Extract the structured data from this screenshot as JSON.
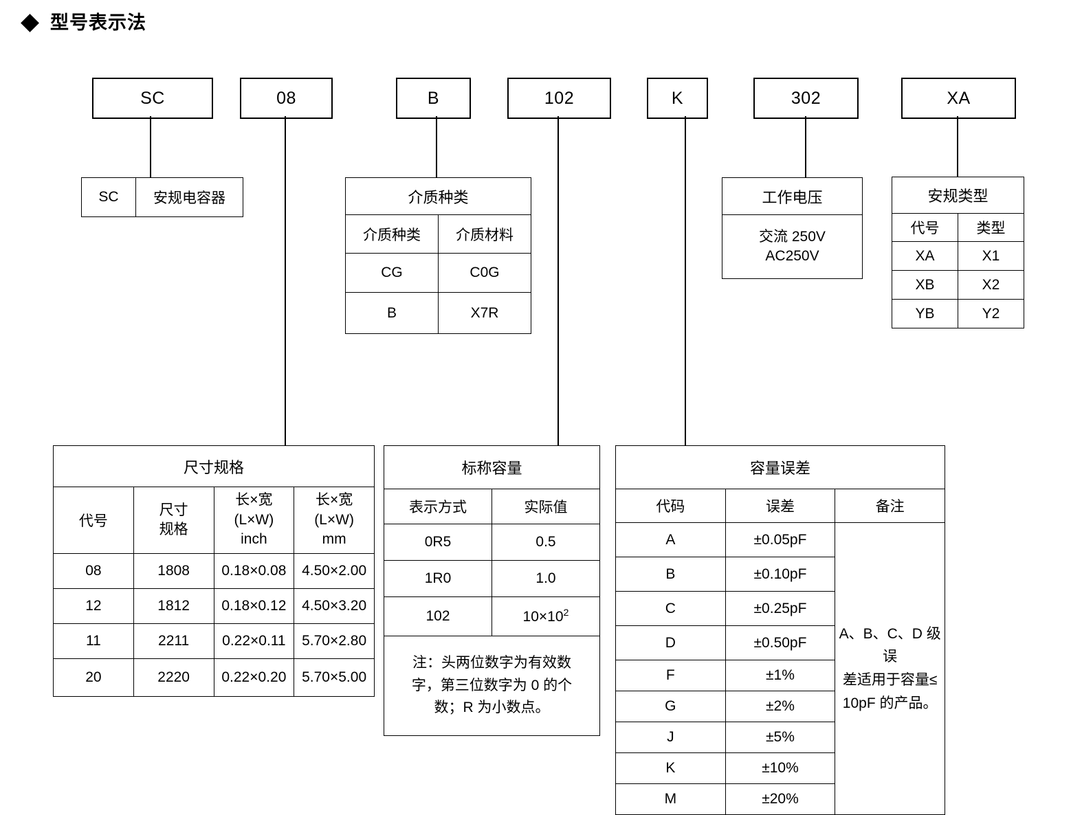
{
  "header": {
    "bullet_icon": "diamond-bullet",
    "title": "型号表示法"
  },
  "code_boxes": [
    {
      "name": "series",
      "label": "SC"
    },
    {
      "name": "size",
      "label": "08"
    },
    {
      "name": "dielectric",
      "label": "B"
    },
    {
      "name": "capacitance",
      "label": "102"
    },
    {
      "name": "tolerance",
      "label": "K"
    },
    {
      "name": "voltage",
      "label": "302"
    },
    {
      "name": "safety",
      "label": "XA"
    }
  ],
  "series_table": {
    "code": "SC",
    "description": "安规电容器"
  },
  "dielectric_table": {
    "title": "介质种类",
    "headers": [
      "介质种类",
      "介质材料"
    ],
    "rows": [
      [
        "CG",
        "C0G"
      ],
      [
        "B",
        "X7R"
      ]
    ]
  },
  "voltage_table": {
    "title": "工作电压",
    "value_line1": "交流 250V",
    "value_line2": "AC250V"
  },
  "safety_table": {
    "title": "安规类型",
    "headers": [
      "代号",
      "类型"
    ],
    "rows": [
      [
        "XA",
        "X1"
      ],
      [
        "XB",
        "X2"
      ],
      [
        "YB",
        "Y2"
      ]
    ]
  },
  "size_table": {
    "title": "尺寸规格",
    "headers": [
      "代号",
      "尺寸\n规格",
      "长×宽\n(L×W)\ninch",
      "长×宽\n(L×W)\nmm"
    ],
    "header_parts": {
      "col1": "代号",
      "col2_line1": "尺寸",
      "col2_line2": "规格",
      "col3_line1": "长×宽",
      "col3_line2": "(L×W)",
      "col3_line3": "inch",
      "col4_line1": "长×宽",
      "col4_line2": "(L×W)",
      "col4_line3": "mm"
    },
    "rows": [
      [
        "08",
        "1808",
        "0.18×0.08",
        "4.50×2.00"
      ],
      [
        "12",
        "1812",
        "0.18×0.12",
        "4.50×3.20"
      ],
      [
        "11",
        "2211",
        "0.22×0.11",
        "5.70×2.80"
      ],
      [
        "20",
        "2220",
        "0.22×0.20",
        "5.70×5.00"
      ]
    ]
  },
  "capacitance_table": {
    "title": "标称容量",
    "headers": [
      "表示方式",
      "实际值"
    ],
    "rows": [
      [
        "0R5",
        "0.5"
      ],
      [
        "1R0",
        "1.0"
      ]
    ],
    "row_102_code": "102",
    "row_102_value_base": "10×10",
    "row_102_value_exp": "2",
    "note_line1": "注：头两位数字为有效数",
    "note_line2": "字，第三位数字为 0 的个",
    "note_line3": "数；R 为小数点。"
  },
  "tolerance_table": {
    "title": "容量误差",
    "headers": [
      "代码",
      "误差",
      "备注"
    ],
    "rows": [
      [
        "A",
        "±0.05pF"
      ],
      [
        "B",
        "±0.10pF"
      ],
      [
        "C",
        "±0.25pF"
      ],
      [
        "D",
        "±0.50pF"
      ],
      [
        "F",
        "±1%"
      ],
      [
        "G",
        "±2%"
      ],
      [
        "J",
        "±5%"
      ],
      [
        "K",
        "±10%"
      ],
      [
        "M",
        "±20%"
      ]
    ],
    "remark_line1": "A、B、C、D 级误",
    "remark_line2": "差适用于容量≤",
    "remark_line3": "10pF 的产品。"
  },
  "colors": {
    "line": "#000000",
    "background": "#ffffff"
  }
}
